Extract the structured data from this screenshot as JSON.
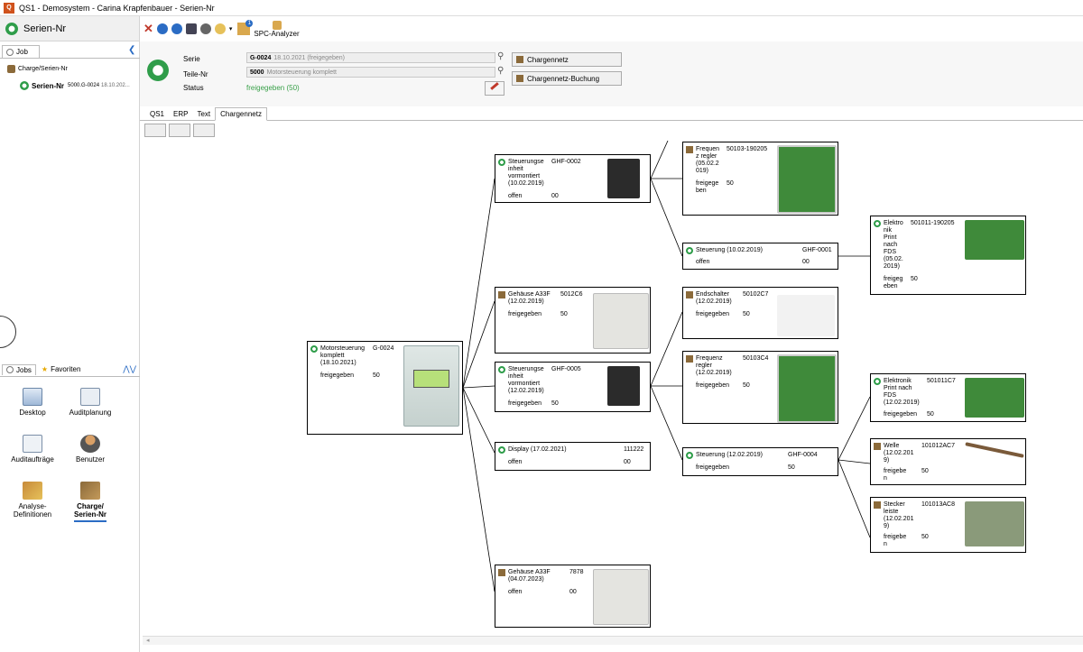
{
  "app": {
    "title": "QS1 - Demosystem - Carina Krapfenbauer - Serien-Nr",
    "module": "Serien-Nr"
  },
  "left": {
    "job_tab": "Job",
    "tree": [
      {
        "label": "Charge/Serien-Nr"
      },
      {
        "label": "Serien-Nr",
        "detail": "5000.G-0024",
        "date": "18.10.202..."
      }
    ],
    "tabs": [
      "Jobs",
      "Favoriten"
    ],
    "jobs": [
      {
        "label": "Desktop"
      },
      {
        "label": "Auditplanung"
      },
      {
        "label": "Auditaufträge"
      },
      {
        "label": "Benutzer"
      },
      {
        "label": "Analyse-\nDefinitionen"
      },
      {
        "label": "Charge/\nSerien-Nr"
      }
    ]
  },
  "toolbar": {
    "spc": "SPC-Analyzer",
    "badge": "1"
  },
  "header": {
    "serie_label": "Serie",
    "serie_code": "G-0024",
    "serie_value": "18.10.2021 (freigegeben)",
    "teile_label": "Teile-Nr",
    "teile_code": "5000",
    "teile_value": "Motorsteuerung komplett",
    "status_label": "Status",
    "status_value": "freigegeben (50)",
    "btn1": "Chargennetz",
    "btn2": "Chargennetz-Buchung"
  },
  "tabs": [
    "QS1",
    "ERP",
    "Text",
    "Chargennetz"
  ],
  "nodes": [
    {
      "id": "root",
      "t": "Motorsteuerung\nkomplett\n(18.10.2021)",
      "code": "G-0024",
      "st": "freigegeben",
      "qt": "50"
    },
    {
      "id": "n1",
      "t": "Steuerungse\ninheit\nvormontiert\n(10.02.2019)",
      "code": "GHF-0002",
      "st": "offen",
      "qt": "00"
    },
    {
      "id": "n2",
      "t": "Gehäuse A33F\n(12.02.2019)",
      "code": "5012C6",
      "st": "freigegeben",
      "qt": "50"
    },
    {
      "id": "n3",
      "t": "Steuerungse\ninheit\nvormontiert\n(12.02.2019)",
      "code": "GHF-0005",
      "st": "freigegeben",
      "qt": "50"
    },
    {
      "id": "n4",
      "t": "Display (17.02.2021)",
      "code": "111222",
      "st": "offen",
      "qt": "00"
    },
    {
      "id": "n5",
      "t": "Gehäuse A33F\n(04.07.2023)",
      "code": "7878",
      "st": "offen",
      "qt": "00"
    },
    {
      "id": "n6",
      "t": "Frequen\nz  regler\n(05.02.2\n019)",
      "code": "50103-190205",
      "st": "freigege\nben",
      "qt": "50"
    },
    {
      "id": "n7",
      "t": "Steuerung (10.02.2019)",
      "code": "GHF-0001",
      "st": "offen",
      "qt": "00"
    },
    {
      "id": "n8",
      "t": "Endschalter\n(12.02.2019)",
      "code": "50102C7",
      "st": "freigegeben",
      "qt": "50"
    },
    {
      "id": "n9",
      "t": "Frequenz\nregler\n(12.02.2019)",
      "code": "50103C4",
      "st": "freigegeben",
      "qt": "50"
    },
    {
      "id": "n10",
      "t": "Steuerung (12.02.2019)",
      "code": "GHF-0004",
      "st": "freigegeben",
      "qt": "50"
    },
    {
      "id": "n11",
      "t": "Elektro\nnik\nPrint\nnach\nFDS\n(05.02.\n2019)",
      "code": "501011-190205",
      "st": "freigeg\neben",
      "qt": "50"
    },
    {
      "id": "n12",
      "t": "Elektronik\nPrint nach\nFDS\n(12.02.2019)",
      "code": "501011C7",
      "st": "freigegeben",
      "qt": "50"
    },
    {
      "id": "n13",
      "t": "Welle\n(12.02.201\n9)",
      "code": "101012AC7",
      "st": "freigebe\nn",
      "qt": "50"
    },
    {
      "id": "n14",
      "t": "Stecker\nleiste\n(12.02.201\n9)",
      "code": "101013AC8",
      "st": "freigebe\nn",
      "qt": "50"
    }
  ],
  "colors": {
    "green": "#2f9d4a",
    "status_green": "#3aa14a",
    "red": "#c0392b",
    "blue": "#2b6cc4"
  }
}
